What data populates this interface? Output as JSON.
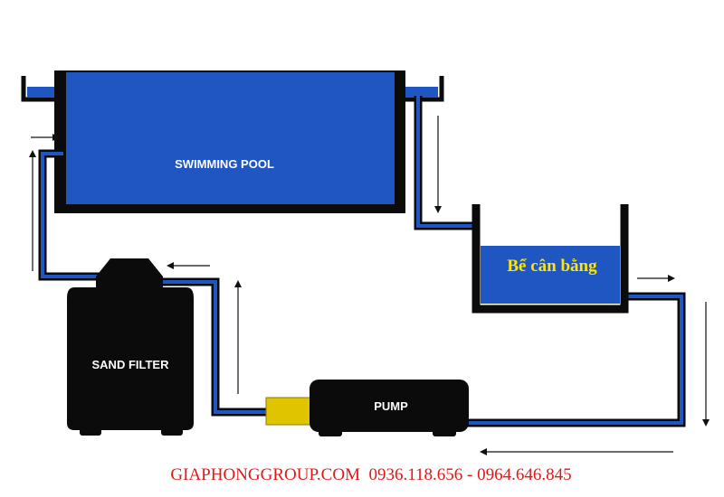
{
  "diagram": {
    "pool_label": "SWIMMING POOL",
    "balance_tank_label": "Bể cân bằng",
    "filter_label": "SAND FILTER",
    "pump_label": "PUMP"
  },
  "footer": {
    "text": "GIAPHONGGROUP.COM  0936.118.656 - 0964.646.845"
  },
  "colors": {
    "water": "#1f56c2",
    "tank_outline": "#0b0b0b",
    "pump_fitting": "#e0c400",
    "footer_text": "#e01818",
    "balance_label": "#ffe600"
  }
}
